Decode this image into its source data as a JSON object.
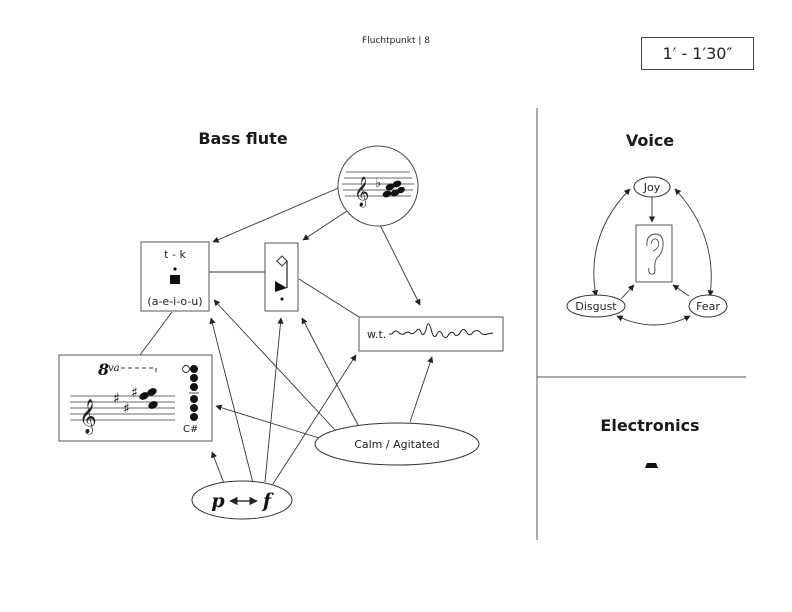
{
  "header": {
    "page_label": "Fluchtpunkt | 8",
    "timing": "1′ - 1′30″"
  },
  "bass_flute": {
    "title": "Bass flute",
    "articulation_box": {
      "syllables": "t - k",
      "vowels": "(a-e-i-o-u)"
    },
    "harmonic_box": {
      "notation": "diamond-notehead-with-flag"
    },
    "chord_circle": {
      "clef": "treble",
      "accidental": "♭",
      "notation": "clustered-chord"
    },
    "whistle_tone_box": {
      "label": "w.t."
    },
    "multiphonic_box": {
      "ottava": "8va",
      "fingering_note": "C#",
      "accidentals": [
        "♯",
        "♯",
        "♯"
      ]
    },
    "calm_agitated": "Calm / Agitated",
    "dynamics": {
      "from": "p",
      "arrow": "←→",
      "to": "f"
    }
  },
  "voice": {
    "title": "Voice",
    "emotions": [
      "Joy",
      "Disgust",
      "Fear"
    ],
    "center_icon": "ear-icon"
  },
  "electronics": {
    "title": "Electronics",
    "symbol": "rest-bar"
  }
}
